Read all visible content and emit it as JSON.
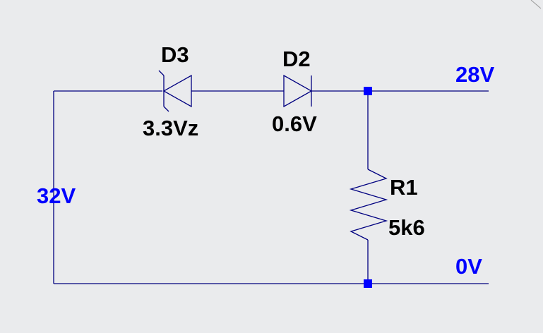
{
  "components": {
    "d3": {
      "ref": "D3",
      "value": "3.3Vz",
      "kind": "zener-diode"
    },
    "d2": {
      "ref": "D2",
      "value": "0.6V",
      "kind": "diode"
    },
    "r1": {
      "ref": "R1",
      "value": "5k6",
      "kind": "resistor"
    }
  },
  "nets": {
    "input": "32V",
    "output": "28V",
    "ground": "0V"
  },
  "colors": {
    "background": "#eaebed",
    "wire": "#000080",
    "component_text": "#000000",
    "net_label": "#0000ff",
    "junction": "#0000ff"
  }
}
